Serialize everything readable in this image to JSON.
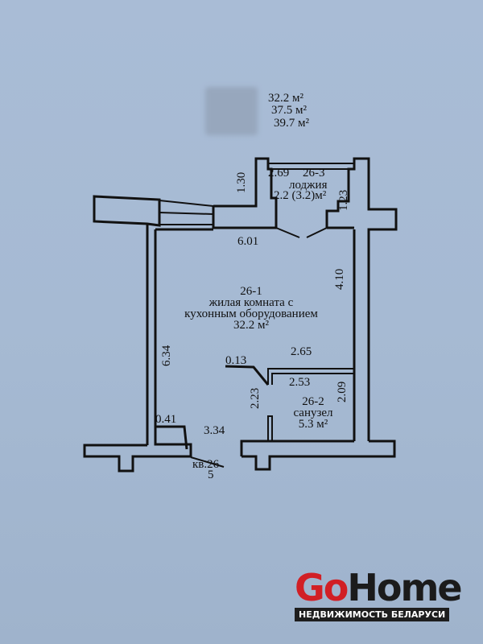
{
  "areas": [
    "32.2 м²",
    "37.5 м²",
    "39.7 м²"
  ],
  "rooms": [
    {
      "id": "26-1",
      "name_line1": "жилая комната с",
      "name_line2": "кухонным оборудованием",
      "area": "32.2 м²"
    },
    {
      "id": "26-2",
      "name": "санузел",
      "area": "5.3 м²"
    },
    {
      "id": "26-3",
      "name": "лоджия",
      "area": "2.2 (3.2)м²"
    }
  ],
  "dimensions": {
    "loggia_height": "1.30",
    "loggia_width": "2.69",
    "loggia_side": "1.23",
    "room_width": "6.01",
    "room_right": "4.10",
    "room_left": "6.34",
    "bath_top_outer": "2.65",
    "bath_top_inner": "2.53",
    "bath_right": "2.09",
    "bath_left": "2.23",
    "partition": "0.13",
    "entry_wall": "0.41",
    "hall": "3.34"
  },
  "entrance": {
    "label": "кв.26",
    "number": "5"
  },
  "logo": {
    "word_go": "Go",
    "word_home": "Home",
    "tagline": "НЕДВИЖИМОСТЬ БЕЛАРУСИ",
    "accent": "#d11f25"
  }
}
